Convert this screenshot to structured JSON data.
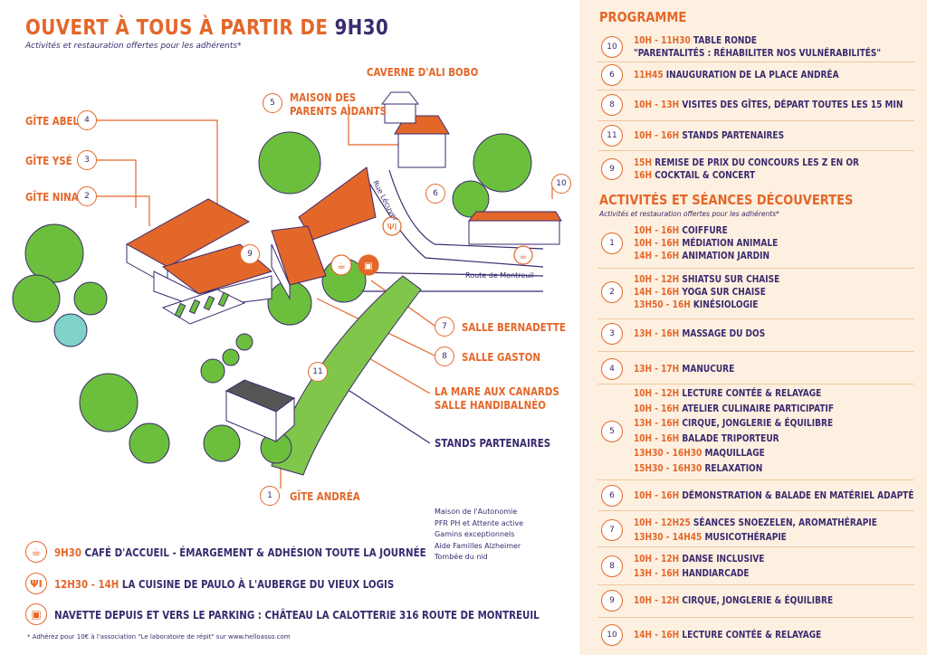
{
  "header": {
    "title_prefix": "OUVERT À TOUS À PARTIR DE ",
    "title_time": "9H30",
    "subtitle": "Activités et restauration offertes pour les adhérents*"
  },
  "map": {
    "labels": {
      "gite_abel": "GÎTE ABEL",
      "gite_yse": "GÎTE YSÉ",
      "gite_nina": "GÎTE NINA",
      "maison_parents_1": "MAISON DES",
      "maison_parents_2": "PARENTS AIDANTS",
      "caverne": "CAVERNE D'ALI BOBO",
      "salle_bernadette": "SALLE BERNADETTE",
      "salle_gaston": "SALLE GASTON",
      "mare_1": "LA MARE AUX CANARDS",
      "mare_2": "SALLE HANDIBALNÉO",
      "stands": "STANDS PARTENAIRES",
      "gite_andrea": "GÎTE ANDRÉA"
    },
    "roads": {
      "rue_lecuyer": "Rue Lécuyer",
      "route_montreuil": "Route de Montreuil"
    },
    "numbers": {
      "n4": "4",
      "n3": "3",
      "n2": "2",
      "n5": "5",
      "n6": "6",
      "n10": "10",
      "n9": "9",
      "n7": "7",
      "n8": "8",
      "n11": "11",
      "n1": "1"
    },
    "partners": [
      "Maison de l'Autonomie",
      "PFR PH et Attente active",
      "Gamins exceptionnels",
      "Aide Familles Alzheimer",
      "Tombée du nid"
    ]
  },
  "legend": {
    "coffee_time": "9H30",
    "coffee_text": " CAFÉ D'ACCUEIL - ÉMARGEMENT & ADHÉSION TOUTE LA JOURNÉE",
    "lunch_time": "12H30 - 14H",
    "lunch_text": " LA CUISINE DE PAULO À L'AUBERGE DU VIEUX LOGIS",
    "shuttle_text": "NAVETTE DEPUIS ET VERS LE PARKING : CHÂTEAU LA CALOTTERIE 316 ROUTE DE MONTREUIL",
    "footnote": "* Adhérez pour 10€ à l'association \"Le laboratoire de répit\" sur www.helloasso.com"
  },
  "programme": {
    "title": "PROGRAMME",
    "items": [
      {
        "num": "10",
        "lines": [
          {
            "time": "10H - 11H30",
            "text": " TABLE RONDE"
          },
          {
            "time": "",
            "text": "\"PARENTALITÉS : RÉHABILITER NOS VULNÉRABILITÉS\""
          }
        ]
      },
      {
        "num": "6",
        "lines": [
          {
            "time": "11H45",
            "text": " INAUGURATION DE LA PLACE ANDRÉA"
          }
        ]
      },
      {
        "num": "8",
        "lines": [
          {
            "time": "10H - 13H",
            "text": " VISITES DES GÎTES, DÉPART TOUTES LES 15 MIN"
          }
        ]
      },
      {
        "num": "11",
        "lines": [
          {
            "time": "10H - 16H",
            "text": " STANDS PARTENAIRES"
          }
        ]
      },
      {
        "num": "9",
        "lines": [
          {
            "time": "15H",
            "text": " REMISE DE PRIX DU CONCOURS LES Z EN OR"
          },
          {
            "time": "16H",
            "text": " COCKTAIL & CONCERT"
          }
        ]
      }
    ]
  },
  "activities": {
    "title": "ACTIVITÉS ET SÉANCES DÉCOUVERTES",
    "subtitle": "Activités et restauration offertes pour les adhérents*",
    "items": [
      {
        "num": "1",
        "lines": [
          {
            "time": "10H - 16H",
            "text": " COIFFURE"
          },
          {
            "time": "10H - 16H",
            "text": " MÉDIATION ANIMALE"
          },
          {
            "time": "14H - 16H",
            "text": " ANIMATION JARDIN"
          }
        ]
      },
      {
        "num": "2",
        "lines": [
          {
            "time": "10H - 12H",
            "text": " SHIATSU SUR CHAISE"
          },
          {
            "time": "14H - 16H",
            "text": " YOGA SUR CHAISE"
          },
          {
            "time": "13H50 - 16H",
            "text": " KINÉSIOLOGIE"
          }
        ]
      },
      {
        "num": "3",
        "lines": [
          {
            "time": "13H - 16H",
            "text": " MASSAGE DU DOS"
          }
        ]
      },
      {
        "num": "4",
        "lines": [
          {
            "time": "13H - 17H",
            "text": " MANUCURE"
          }
        ]
      },
      {
        "num": "5",
        "lines": [
          {
            "time": "10H - 12H",
            "text": " LECTURE CONTÉE & RELAYAGE"
          },
          {
            "time": "10H - 16H",
            "text": " ATELIER CULINAIRE PARTICIPATIF"
          },
          {
            "time": "13H - 16H",
            "text": " CIRQUE, JONGLERIE & ÉQUILIBRE"
          },
          {
            "time": "10H - 16H",
            "text": " BALADE TRIPORTEUR"
          },
          {
            "time": "13H30 - 16H30",
            "text": " MAQUILLAGE"
          },
          {
            "time": "15H30 - 16H30",
            "text": " RELAXATION"
          }
        ]
      },
      {
        "num": "6",
        "lines": [
          {
            "time": "10H - 16H",
            "text": " DÉMONSTRATION & BALADE EN MATÉRIEL ADAPTÉ"
          }
        ]
      },
      {
        "num": "7",
        "lines": [
          {
            "time": "10H - 12H25",
            "text": " SÉANCES SNOEZELEN, AROMATHÉRAPIE"
          },
          {
            "time": "13H30 - 14H45",
            "text": " MUSICOTHÉRAPIE"
          }
        ]
      },
      {
        "num": "8",
        "lines": [
          {
            "time": "10H - 12H",
            "text": " DANSE INCLUSIVE"
          },
          {
            "time": "13H - 16H",
            "text": " HANDIARCADE"
          }
        ]
      },
      {
        "num": "9",
        "lines": [
          {
            "time": "10H - 12H",
            "text": " CIRQUE, JONGLERIE & ÉQUILIBRE"
          }
        ]
      },
      {
        "num": "10",
        "lines": [
          {
            "time": "14H - 16H",
            "text": " LECTURE CONTÉE & RELAYAGE"
          }
        ]
      }
    ]
  },
  "colors": {
    "orange": "#e4672a",
    "navy": "#3a2a6e",
    "green": "#6cbf3c",
    "panel_bg": "#fdf0e0"
  }
}
